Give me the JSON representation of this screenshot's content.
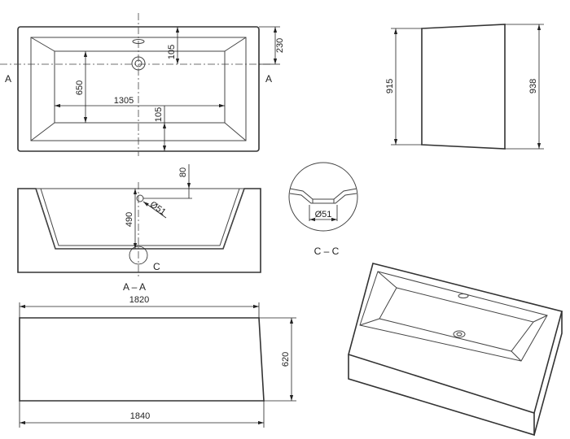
{
  "top_view": {
    "dim_230": "230",
    "dim_105_top": "105",
    "dim_650": "650",
    "dim_1305": "1305",
    "dim_105_bottom": "105",
    "section_left": "A",
    "section_right": "A"
  },
  "side_view": {
    "dim_915": "915",
    "dim_938": "938"
  },
  "section_view": {
    "dim_80": "80",
    "dim_51": "Ø51",
    "dim_490": "490",
    "detail_marker": "C",
    "label": "A – A"
  },
  "detail_view": {
    "dim_51": "Ø51",
    "label": "C – C"
  },
  "front_view": {
    "dim_1820": "1820",
    "dim_620": "620",
    "dim_1840": "1840"
  }
}
